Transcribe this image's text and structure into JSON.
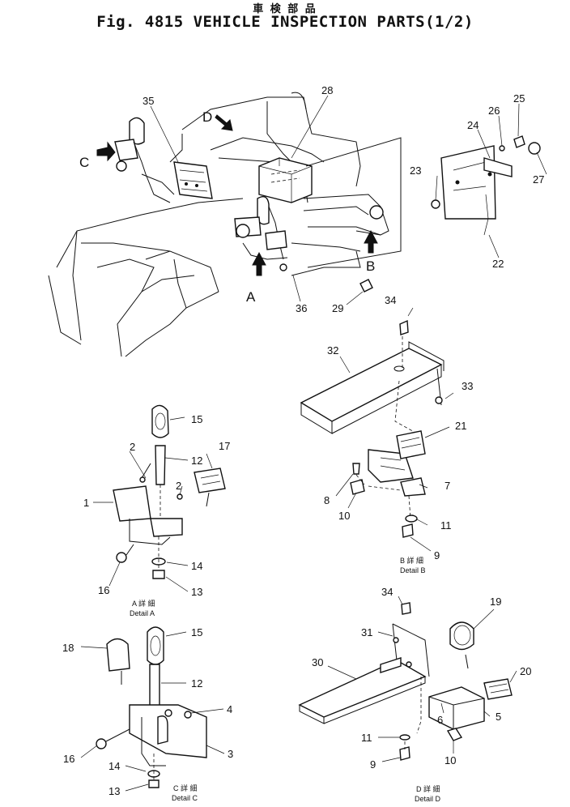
{
  "header": {
    "title_jp": "車 検 部 品",
    "title_en": "Fig. 4815 VEHICLE INSPECTION PARTS(1/2)"
  },
  "views": {
    "view_a": "A",
    "view_b": "B",
    "view_c": "C",
    "view_d": "D"
  },
  "captions": {
    "detail_a_jp": "A 詳 細",
    "detail_a": "Detail A",
    "detail_b_jp": "B 詳 細",
    "detail_b": "Detail B",
    "detail_c_jp": "C 詳 細",
    "detail_c": "Detail C",
    "detail_d_jp": "D 詳 細",
    "detail_d": "Detail D"
  },
  "callouts": {
    "main": [
      "35",
      "28",
      "26",
      "25",
      "24",
      "23",
      "27",
      "22",
      "36",
      "29"
    ],
    "detail_b": [
      "34",
      "32",
      "33",
      "21",
      "8",
      "7",
      "10",
      "11",
      "9"
    ],
    "detail_a": [
      "15",
      "2",
      "12",
      "17",
      "2",
      "1",
      "14",
      "16",
      "13"
    ],
    "detail_c": [
      "15",
      "18",
      "12",
      "4",
      "3",
      "16",
      "14",
      "13"
    ],
    "detail_d": [
      "34",
      "19",
      "31",
      "30",
      "20",
      "5",
      "6",
      "11",
      "10",
      "9"
    ]
  }
}
